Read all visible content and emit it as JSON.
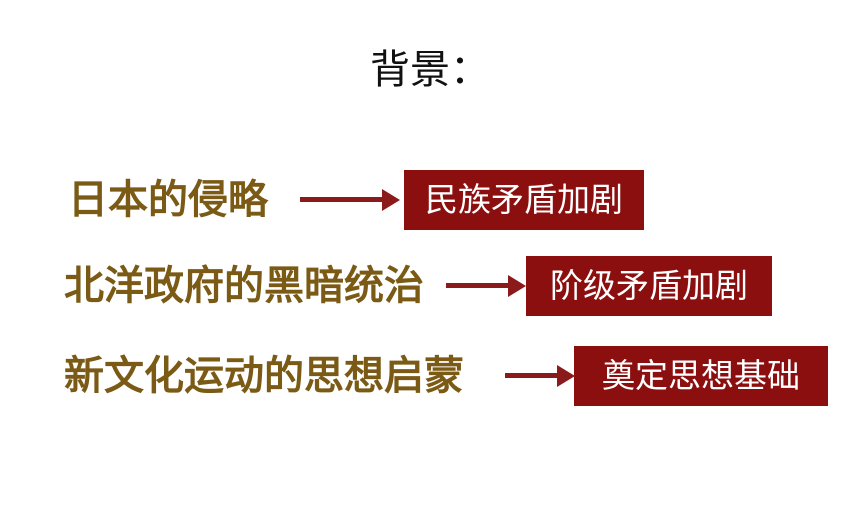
{
  "title": "背景：",
  "colors": {
    "cause_text": "#7a5a14",
    "arrow": "#8b1a1a",
    "effect_bg": "#8b0f0f",
    "effect_text": "#ffffff"
  },
  "rows": [
    {
      "cause": "日本的侵略",
      "effect": "民族矛盾加剧"
    },
    {
      "cause": "北洋政府的黑暗统治",
      "effect": "阶级矛盾加剧"
    },
    {
      "cause": "新文化运动的思想启蒙",
      "effect": "奠定思想基础"
    }
  ]
}
